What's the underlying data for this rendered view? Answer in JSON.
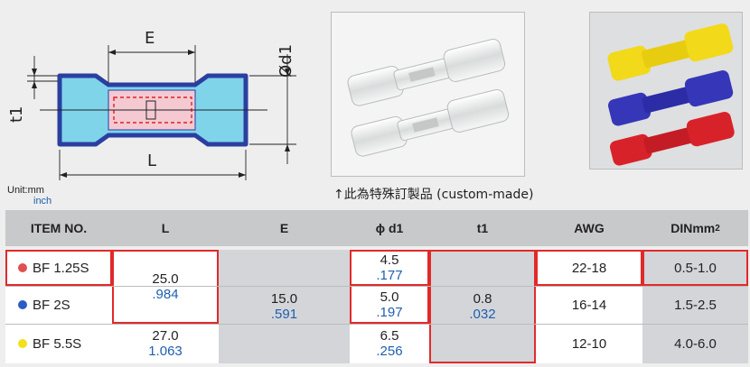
{
  "diagram": {
    "dim_E": "E",
    "dim_L": "L",
    "dim_d1": "Ød1",
    "dim_t1": "t1",
    "unit_mm": "Unit:mm",
    "unit_inch": "inch"
  },
  "caption": "↑此為特殊訂製品 (custom-made)",
  "colors": {
    "blue_outline": "#2a3fa0",
    "cyan_fill": "#7fd4ea",
    "red_highlight": "#e12a2a",
    "inch_blue": "#1d5fae",
    "header_bg": "#c8c9cb",
    "shaded_cell": "#d4d5d8",
    "white_cell": "#ffffff"
  },
  "table": {
    "headers": {
      "item": "ITEM NO.",
      "L": "L",
      "E": "E",
      "d1": "ϕ d1",
      "t1": "t1",
      "awg": "AWG",
      "din": "DINmm",
      "din_sup": "2"
    },
    "rows": [
      {
        "item": "BF 1.25S",
        "dot_color": "#e05050",
        "d1_mm": "4.5",
        "d1_in": ".177",
        "awg": "22-18",
        "din": "0.5-1.0"
      },
      {
        "item": "BF 2S",
        "dot_color": "#2a5cc8",
        "d1_mm": "5.0",
        "d1_in": ".197",
        "awg": "16-14",
        "din": "1.5-2.5"
      },
      {
        "item": "BF 5.5S",
        "dot_color": "#f2e01e",
        "d1_mm": "6.5",
        "d1_in": ".256",
        "awg": "12-10",
        "din": "4.0-6.0"
      }
    ],
    "L_group1": {
      "mm": "25.0",
      "in": ".984"
    },
    "L_group2": {
      "mm": "27.0",
      "in": "1.063"
    },
    "E_all": {
      "mm": "15.0",
      "in": ".591"
    },
    "t1_all": {
      "mm": "0.8",
      "in": ".032"
    }
  }
}
